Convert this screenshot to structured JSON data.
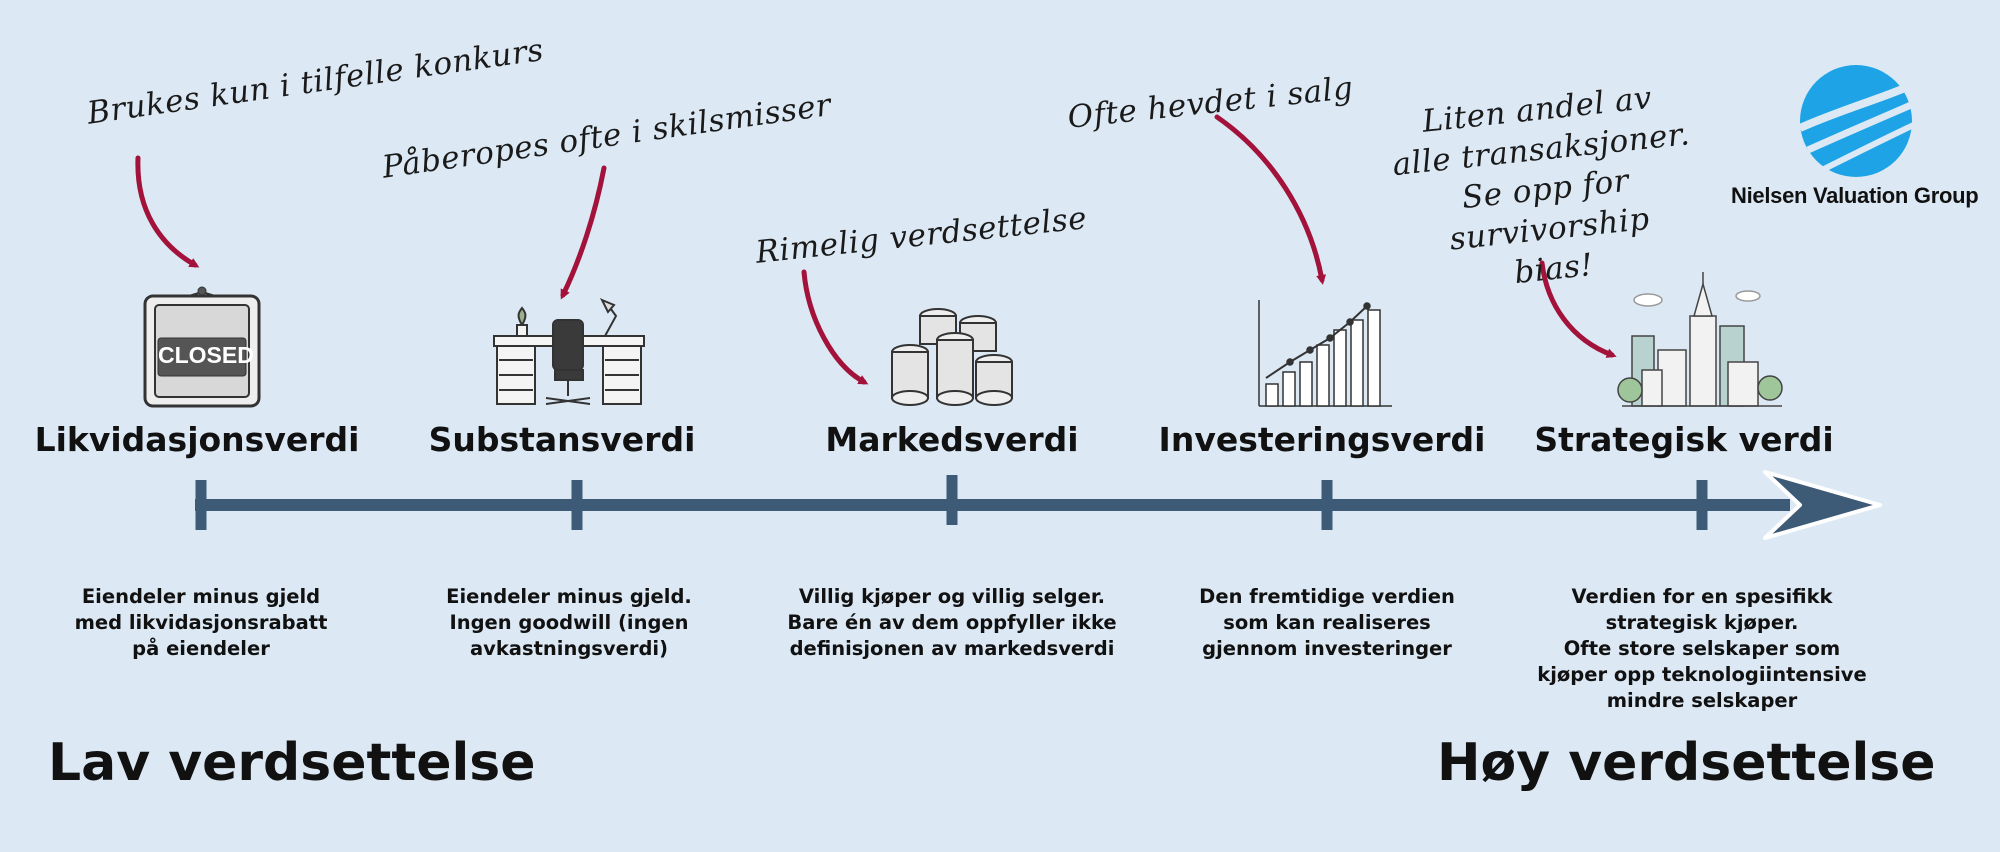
{
  "brand": {
    "name": "Nielsen Valuation Group"
  },
  "notes": [
    "Brukes kun i tilfelle konkurs",
    "Påberopes ofte i skilsmisser",
    "Rimelig verdsettelse",
    "Ofte hevdet i salg",
    [
      "Liten andel av",
      "alle transaksjoner.",
      "Se opp for survivorship",
      "bias!"
    ]
  ],
  "stages": [
    {
      "title": "Likvidasjonsverdi",
      "icon": "closed-sign-icon",
      "sign_text": "CLOSED",
      "desc": [
        "Eiendeler minus gjeld",
        "med likvidasjonsrabatt",
        "på eiendeler"
      ]
    },
    {
      "title": "Substansverdi",
      "icon": "office-desk-icon",
      "desc": [
        "Eiendeler minus gjeld.",
        "Ingen goodwill (ingen",
        "avkastningsverdi)"
      ]
    },
    {
      "title": "Markedsverdi",
      "icon": "coin-stacks-icon",
      "desc": [
        "Villig kjøper og villig selger.",
        "Bare én av dem oppfyller ikke",
        "definisjonen av markedsverdi"
      ]
    },
    {
      "title": "Investeringsverdi",
      "icon": "growth-chart-icon",
      "desc": [
        "Den fremtidige verdien",
        "som kan realiseres",
        "gjennom investeringer"
      ]
    },
    {
      "title": "Strategisk verdi",
      "icon": "city-skyline-icon",
      "desc": [
        "Verdien for en spesifikk",
        "strategisk kjøper.",
        "Ofte store selskaper som",
        "kjøper opp teknologiintensive",
        "mindre selskaper"
      ]
    }
  ],
  "scale": {
    "low_label": "Lav verdsettelse",
    "high_label": "Høy verdsettelse"
  },
  "colors": {
    "background": "#dce9f5",
    "axis": "#3d5a76",
    "annotation_arrow": "#a3123a",
    "logo": "#1ea4e6"
  }
}
